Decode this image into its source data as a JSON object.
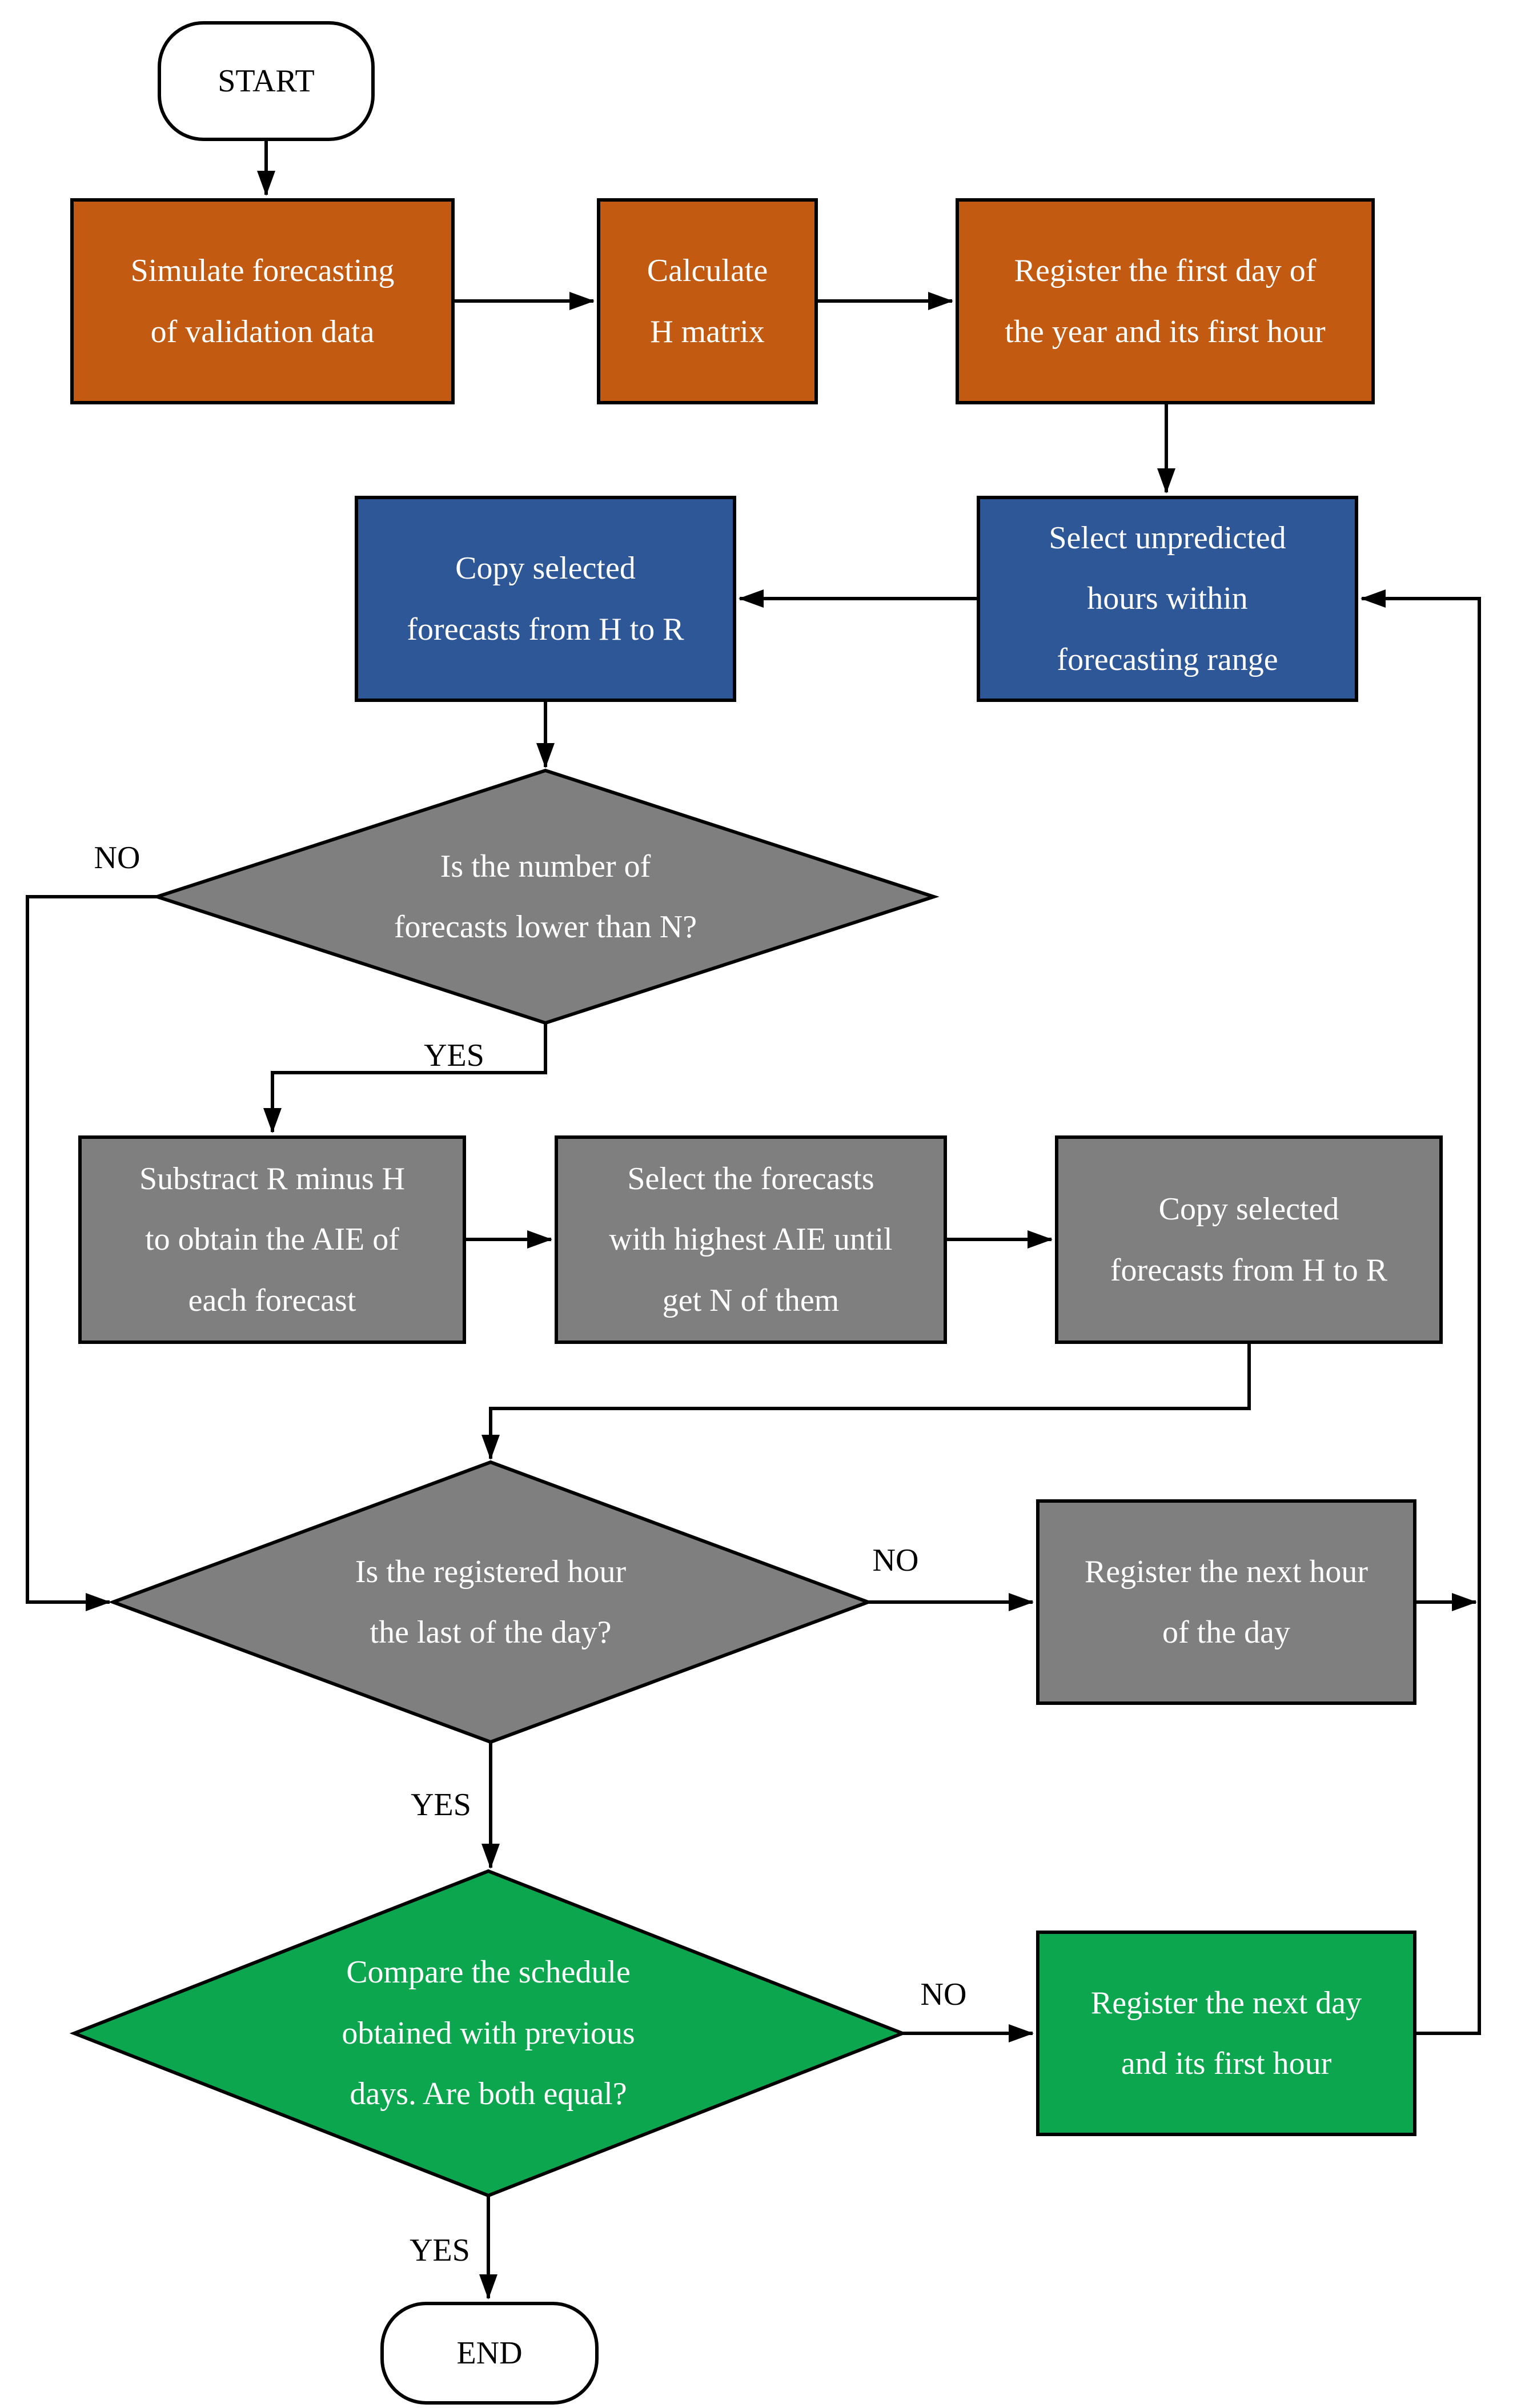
{
  "colors": {
    "orange": "#C25A11",
    "blue": "#2E5797",
    "gray": "#7F7F7F",
    "green": "#0CA64E",
    "line": "#000000",
    "background": "#FFFFFF"
  },
  "flowchart": {
    "start": {
      "label": "START"
    },
    "end": {
      "label": "END"
    },
    "nodes": {
      "simulate_forecasting": {
        "type": "process",
        "color": "orange",
        "lines": [
          "Simulate forecasting",
          "of validation data"
        ]
      },
      "calculate_h_matrix": {
        "type": "process",
        "color": "orange",
        "lines": [
          "Calculate",
          "H matrix"
        ]
      },
      "register_first_day": {
        "type": "process",
        "color": "orange",
        "lines": [
          "Register the first day of",
          "the year and its first hour"
        ]
      },
      "copy_forecasts_1": {
        "type": "process",
        "color": "blue",
        "lines": [
          "Copy selected",
          "forecasts from H to R"
        ]
      },
      "select_unpredicted_hours": {
        "type": "process",
        "color": "blue",
        "lines": [
          "Select unpredicted",
          "hours within",
          "forecasting range"
        ]
      },
      "forecasts_lower_than_n": {
        "type": "decision",
        "color": "gray",
        "lines": [
          "Is the number of",
          "forecasts lower than N?"
        ]
      },
      "subtract_r_minus_h": {
        "type": "process",
        "color": "gray",
        "lines": [
          "Substract R minus H",
          "to obtain the AIE of",
          "each forecast"
        ]
      },
      "select_highest_aie": {
        "type": "process",
        "color": "gray",
        "lines": [
          "Select the forecasts",
          "with highest AIE until",
          "get N of them"
        ]
      },
      "copy_forecasts_2": {
        "type": "process",
        "color": "gray",
        "lines": [
          "Copy selected",
          "forecasts from H to R"
        ]
      },
      "registered_hour_last": {
        "type": "decision",
        "color": "gray",
        "lines": [
          "Is the registered hour",
          "the last of the day?"
        ]
      },
      "register_next_hour": {
        "type": "process",
        "color": "gray",
        "lines": [
          "Register the next hour",
          "of the day"
        ]
      },
      "compare_schedule": {
        "type": "decision",
        "color": "green",
        "lines": [
          "Compare the schedule",
          "obtained with previous",
          "days. Are both equal?"
        ]
      },
      "register_next_day": {
        "type": "process",
        "color": "green",
        "lines": [
          "Register the next day",
          "and its first hour"
        ]
      }
    },
    "edge_labels": {
      "no_forecasts": "NO",
      "yes_forecasts": "YES",
      "no_last_hour": "NO",
      "yes_last_hour": "YES",
      "no_equal": "NO",
      "yes_equal": "YES"
    }
  }
}
